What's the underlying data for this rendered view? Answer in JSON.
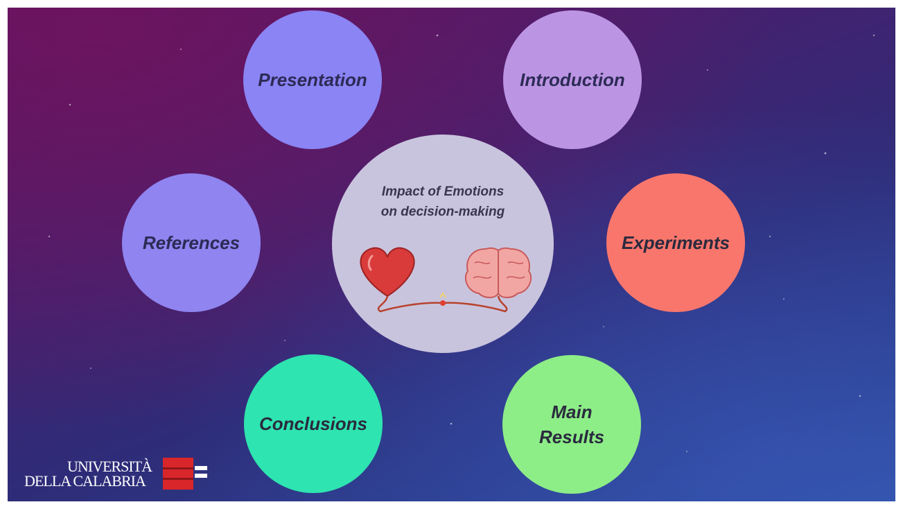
{
  "diagram": {
    "center": {
      "title_line1": "Impact of Emotions",
      "title_line2": "on decision-making",
      "art": [
        "heart-icon",
        "brain-icon"
      ]
    },
    "topics": {
      "presentation": "Presentation",
      "introduction": "Introduction",
      "references": "References",
      "experiments": "Experiments",
      "conclusions": "Conclusions",
      "main_results_line1": "Main",
      "main_results_line2": "Results"
    }
  },
  "logo": {
    "line1": "UNIVERSITÀ",
    "line2": "DELLA CALABRIA"
  },
  "colors": {
    "presentation": "#8a84f4",
    "introduction": "#bb95e4",
    "references": "#8f84f0",
    "experiments": "#f9766c",
    "conclusions": "#2ee4b0",
    "main_results": "#8ded87",
    "center": "#c9c4dd",
    "logo_red": "#d8262b"
  }
}
